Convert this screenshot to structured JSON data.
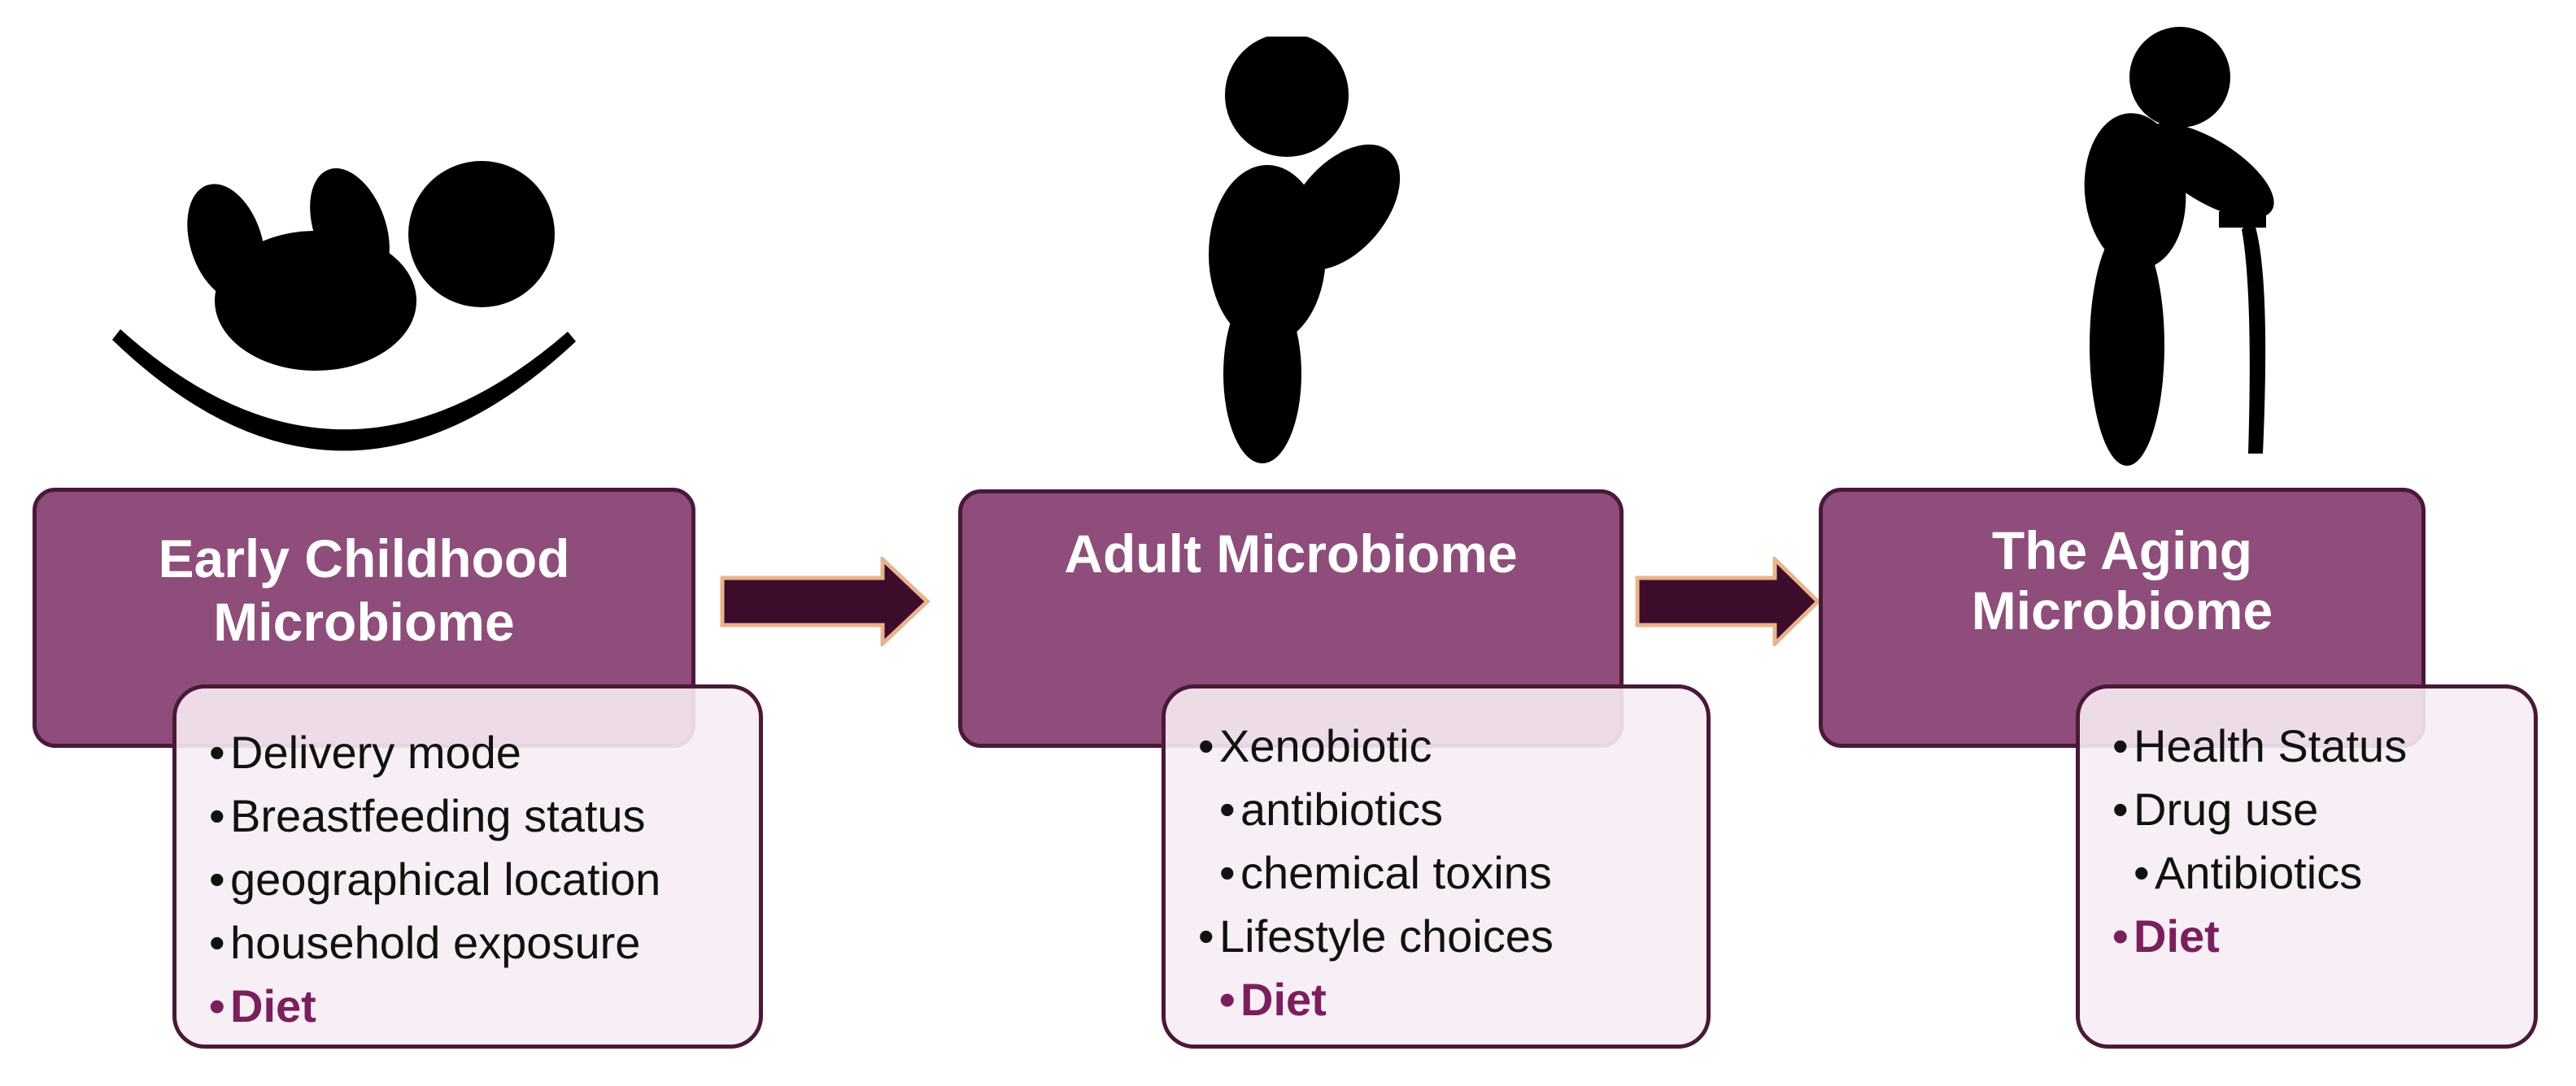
{
  "stages": [
    {
      "title_lines": [
        "Early Childhood",
        "Microbiome"
      ],
      "factors": [
        {
          "text": "Delivery mode",
          "level": 0,
          "highlight": false
        },
        {
          "text": "Breastfeeding status",
          "level": 0,
          "highlight": false
        },
        {
          "text": "geographical location",
          "level": 0,
          "highlight": false
        },
        {
          "text": "household exposure",
          "level": 0,
          "highlight": false
        },
        {
          "text": "Diet",
          "level": 0,
          "highlight": true
        }
      ]
    },
    {
      "title_lines": [
        "Adult Microbiome"
      ],
      "factors": [
        {
          "text": "Xenobiotic",
          "level": 0,
          "highlight": false
        },
        {
          "text": "antibiotics",
          "level": 1,
          "highlight": false
        },
        {
          "text": "chemical toxins",
          "level": 1,
          "highlight": false
        },
        {
          "text": "Lifestyle choices",
          "level": 0,
          "highlight": false
        },
        {
          "text": "Diet",
          "level": 1,
          "highlight": true
        }
      ]
    },
    {
      "title_lines": [
        "The Aging",
        "Microbiome"
      ],
      "factors": [
        {
          "text": "Health Status",
          "level": 0,
          "highlight": false
        },
        {
          "text": "Drug use",
          "level": 0,
          "highlight": false
        },
        {
          "text": "Antibiotics",
          "level": 1,
          "highlight": false
        },
        {
          "text": "Diet",
          "level": 0,
          "highlight": true
        }
      ]
    }
  ],
  "icons": [
    "baby-icon",
    "adult-person-icon",
    "elderly-person-with-cane-icon",
    "right-arrow-icon"
  ],
  "colors": {
    "stage_fill": "#8e4d7a",
    "stage_border": "#4a1838",
    "factor_fill": "#f7ecf4",
    "arrow_fill": "#3d0c2b",
    "arrow_outline": "#e8b48c",
    "highlight_text": "#7a1e5e",
    "silhouette": "#000000"
  }
}
